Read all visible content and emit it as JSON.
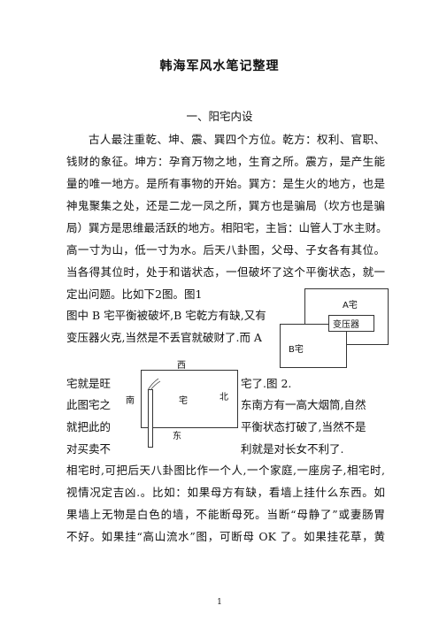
{
  "doc": {
    "title": "韩海军风水笔记整理",
    "section": "一、阳宅内设",
    "para1": [
      "古人最注重乾、坤、震、巽四个方位。乾方：权利、官职、",
      "钱财的象征。坤方：孕育万物之地，生育之所。震方，是产生能",
      "量的唯一地方。是所有事物的开始。巽方：是生火的地方，也是",
      "神鬼聚集之处，还是二龙一凤之所，巽方也是骗局（坎方也是骗",
      "局）巽方是思维最活跃的地方。相阳宅，主旨：山管人丁水主财。",
      "高一寸为山，低一寸为水。后天八卦图，父母、子女各有其位。",
      "当各得其位时，处于和谐状态，一但破坏了这个平衡状态，就一",
      "定出问题。比如下2图。图1"
    ],
    "fig1_text": [
      "图中 B 宅平衡被破坏,B 宅乾方有缺,又有",
      "变压器火克,当然是不丢官就破财了.而 A"
    ],
    "fig2_left": [
      "宅就是旺",
      "此图宅之",
      "就把此的",
      "对买卖不"
    ],
    "fig2_right": [
      "宅了.图 2.",
      "东南方有一高大烟筒,自然",
      "平衡状态打破了,当然不是",
      "利就是对长女不利了."
    ],
    "para2": [
      "相宅时,可把后天八卦图比作一个人,一个家庭,一座房子,相宅时,",
      "视情况定吉凶.。比如：如果母方有缺，看墙上挂什么东西。如",
      "果墙上无物是白色的墙，不能断母死。当断“母静了”或妻肠胃",
      "不好。如果挂“高山流水”图，可断母 OK 了。如果挂花草，黄"
    ],
    "fig1": {
      "a": "A宅",
      "b": "B宅",
      "transformer": "变压器"
    },
    "fig2": {
      "west": "西",
      "south": "南",
      "house": "宅",
      "north": "北",
      "east": "东"
    },
    "page_number": "1"
  }
}
